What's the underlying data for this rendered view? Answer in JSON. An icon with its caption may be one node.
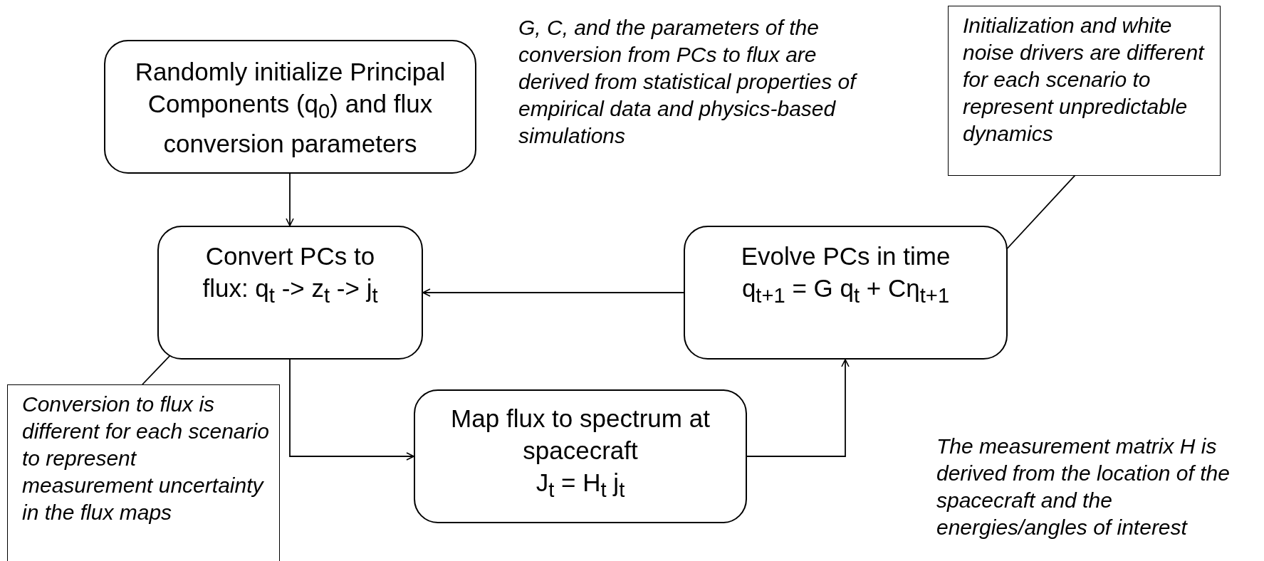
{
  "diagram": {
    "nodes": [
      {
        "text": [
          "Randomly initialize Principal Components (q$_{0}$) and flux conversion parameters"
        ]
      },
      {
        "text": [
          "Convert PCs to flux: q$_{t}$ -> z$_{t}$ -> j$_{t}$"
        ]
      },
      {
        "text": [
          "Evolve PCs in time",
          "q$_{t+1}$ =  G q$_{t}$ + Cη$_{t+1}$"
        ]
      },
      {
        "text": [
          "Map flux to spectrum at spacecraft",
          "J$_{t}$ = H$_{t}$ j$_{t}$"
        ]
      },
      {
        "text": [
          "Conversion to flux is different for each scenario to represent measurement uncertainty in the flux maps"
        ]
      },
      {
        "text": [
          "Initialization and white noise drivers are different for each scenario to represent unpredictable dynamics"
        ]
      }
    ],
    "edges": [
      {
        "from": 0,
        "to": 1,
        "arrow": "to"
      },
      {
        "from": 2,
        "to": 1,
        "arrow": "to"
      },
      {
        "from": 1,
        "to": 3,
        "arrow": "to"
      },
      {
        "from": 3,
        "to": 2,
        "arrow": "to"
      },
      {
        "from": 4,
        "to": 1,
        "arrow": "none"
      },
      {
        "from": 5,
        "to": 2,
        "arrow": "none"
      }
    ],
    "labels": [
      "G, C, and the parameters of the conversion from PCs to flux are derived from statistical properties of empirical data and physics-based simulations",
      "The measurement matrix H is derived from the location of the spacecraft and the energies/angles of interest"
    ]
  }
}
